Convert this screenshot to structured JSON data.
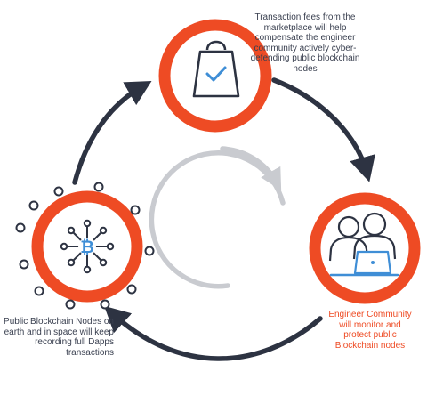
{
  "nodes": {
    "marketplace": {
      "caption": "Transaction fees from the marketplace will help compensate the engineer community actively cyber-defending public blockchain nodes",
      "icon": "shopping-bag-check-icon"
    },
    "engineers": {
      "caption": "Engineer Community will monitor and protect public Blockchain nodes",
      "icon": "engineers-laptop-icon"
    },
    "blockchain": {
      "caption": "Public Blockchain Nodes on earth and in space will keep recording full Dapps transactions",
      "icon": "bitcoin-network-icon"
    }
  },
  "center": {
    "icon": "cycle-arrow-icon"
  },
  "colors": {
    "accent": "#ee4b24",
    "navy": "#2d3342",
    "icon_blue": "#3f8ed6",
    "center_gray": "#c9cbd0",
    "text_dark": "#3a4050"
  }
}
